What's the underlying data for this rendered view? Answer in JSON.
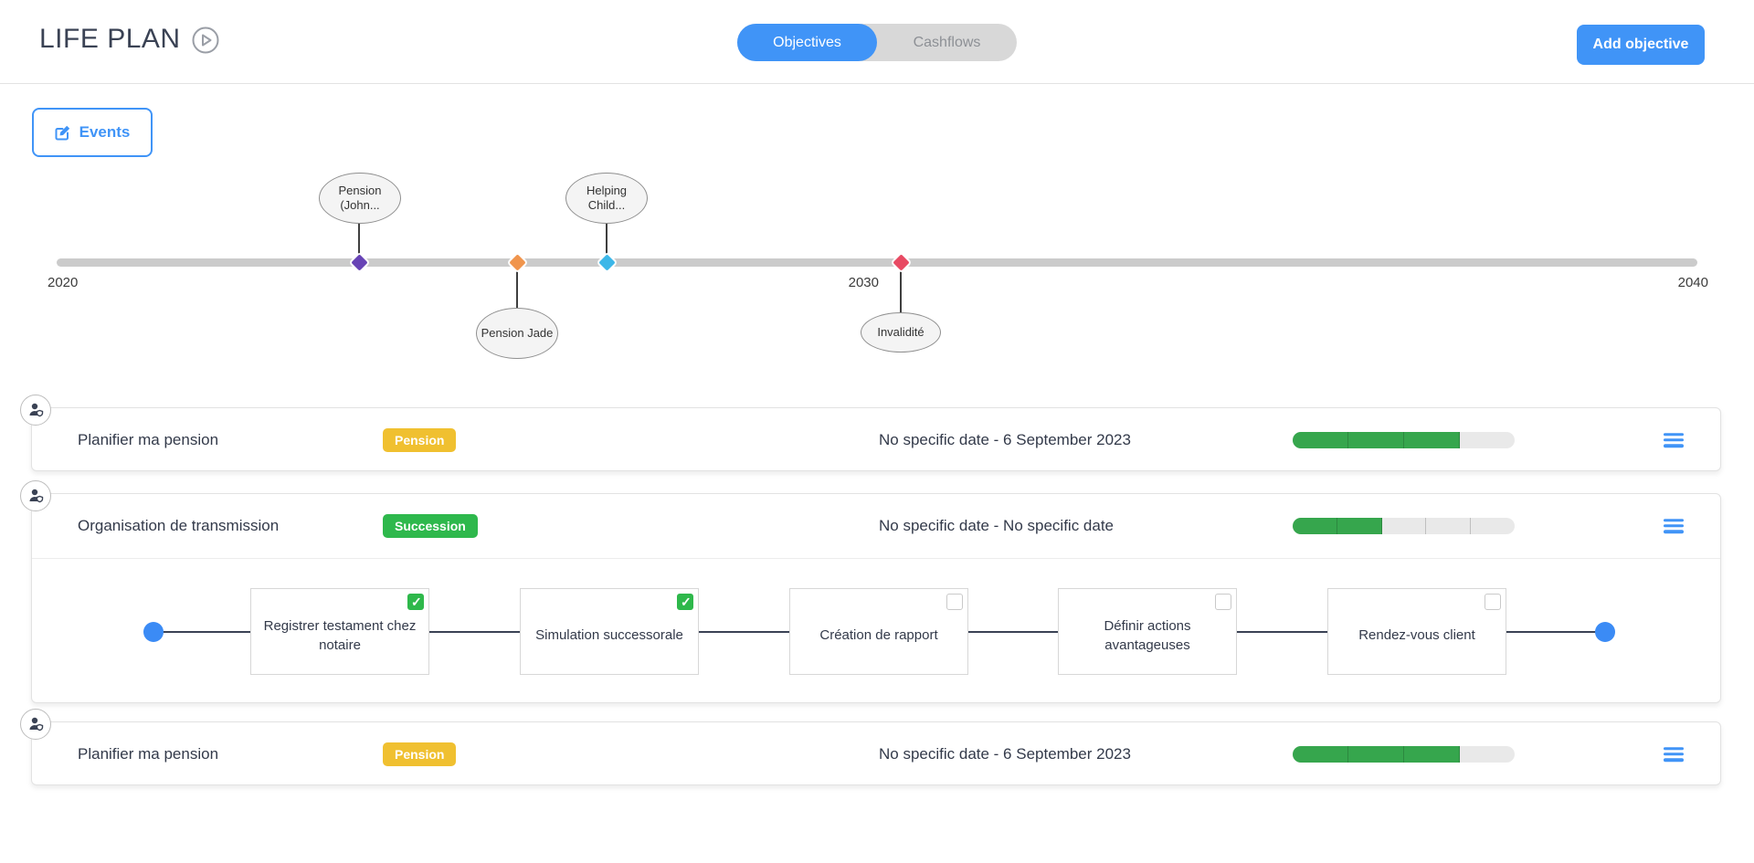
{
  "header": {
    "title": "LIFE PLAN",
    "tabs": [
      {
        "label": "Objectives",
        "active": true
      },
      {
        "label": "Cashflows",
        "active": false
      }
    ],
    "add_button_label": "Add objective",
    "accent_color": "#4094f7"
  },
  "events_button_label": "Events",
  "timeline": {
    "years": [
      "2020",
      "2030",
      "2040"
    ],
    "axis_range": [
      2020,
      2040
    ],
    "events": [
      {
        "label": "Pension (John...",
        "side": "above",
        "marker_color": "#6743b5"
      },
      {
        "label": "Pension Jade",
        "side": "below",
        "marker_color": "#f0954d"
      },
      {
        "label": "Helping Child...",
        "side": "above",
        "marker_color": "#3cb7e8"
      },
      {
        "label": "Invalidité",
        "side": "below",
        "marker_color": "#e84a63"
      }
    ]
  },
  "cards": [
    {
      "title": "Planifier ma pension",
      "badge": {
        "label": "Pension",
        "color": "#f0c030"
      },
      "dates": "No specific date - 6 September 2023",
      "progress": {
        "done": 3,
        "total": 4
      },
      "progress_color": "#36a64d"
    },
    {
      "title": "Organisation de transmission",
      "badge": {
        "label": "Succession",
        "color": "#2eb84c"
      },
      "dates": "No specific date - No specific date",
      "progress": {
        "done": 2,
        "total": 5
      },
      "progress_color": "#36a64d",
      "tasks": [
        {
          "label": "Registrer testament chez notaire",
          "done": true
        },
        {
          "label": "Simulation successorale",
          "done": true
        },
        {
          "label": "Création de rapport",
          "done": false
        },
        {
          "label": "Définir actions avantageuses",
          "done": false
        },
        {
          "label": "Rendez-vous client",
          "done": false
        }
      ]
    },
    {
      "title": "Planifier ma pension",
      "badge": {
        "label": "Pension",
        "color": "#f0c030"
      },
      "dates": "No specific date - 6 September 2023",
      "progress": {
        "done": 3,
        "total": 4
      },
      "progress_color": "#36a64d"
    }
  ],
  "icons": {
    "play": "play-circle",
    "edit": "pencil-square",
    "avatar": "user-shield",
    "menu": "hamburger-menu",
    "checked": "checkmark"
  }
}
